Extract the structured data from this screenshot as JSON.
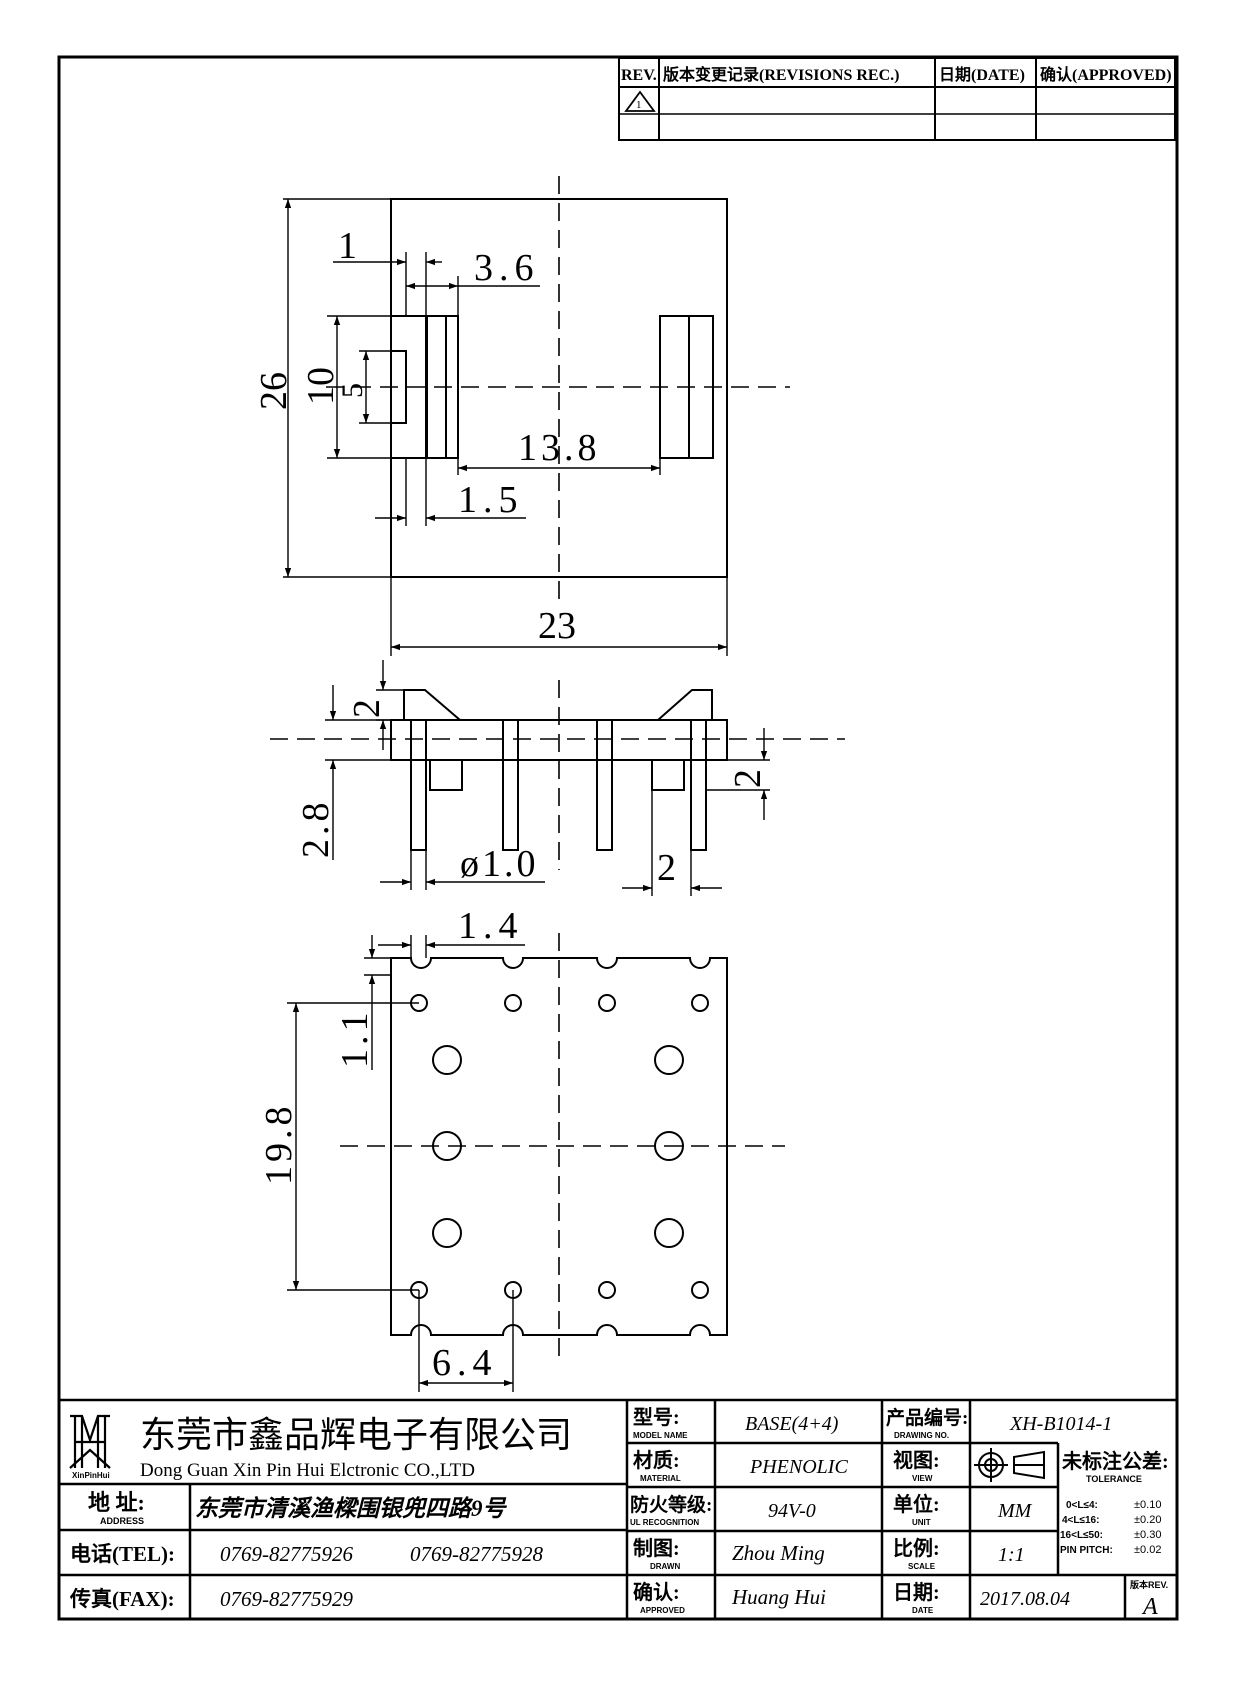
{
  "revision_table": {
    "headers": [
      "REV.",
      "版本变更记录(REVISIONS REC.)",
      "日期(DATE)",
      "确认(APPROVED)"
    ],
    "rev_symbol": "1"
  },
  "dimensions": {
    "top": {
      "d1": "1",
      "d3_6": "3.6",
      "d26": "26",
      "d10": "10",
      "d5": "5",
      "d13_8": "13.8",
      "d1_5": "1.5",
      "d23": "23"
    },
    "side": {
      "d2_top": "2",
      "d2_8": "2.8",
      "dpin": "ø1.0",
      "d2_right": "2",
      "d2_bottom": "2"
    },
    "bottom": {
      "d1_4": "1.4",
      "d1_1": "1.1",
      "d19_8": "19.8",
      "d6_4": "6.4"
    }
  },
  "title_block": {
    "company_cn": "东莞市鑫品辉电子有限公司",
    "company_en": "Dong Guan Xin Pin Hui Elctronic CO.,LTD",
    "logo_text": "XinPinHui",
    "address_label": "地  址:",
    "address_label_en": "ADDRESS",
    "address": "东莞市清溪渔樑围银兜四路9号",
    "tel_label": "电话(TEL):",
    "tel1": "0769-82775926",
    "tel2": "0769-82775928",
    "fax_label": "传真(FAX):",
    "fax": "0769-82775929",
    "model_label": "型号:",
    "model_label_en": "MODEL NAME",
    "model": "BASE(4+4)",
    "material_label": "材质:",
    "material_label_en": "MATERIAL",
    "material": "PHENOLIC",
    "fire_label": "防火等级:",
    "fire_label_en": "UL RECOGNITION",
    "fire": "94V-0",
    "drawn_label": "制图:",
    "drawn_label_en": "DRAWN",
    "drawn": "Zhou Ming",
    "approved_label": "确认:",
    "approved_label_en": "APPROVED",
    "approved": "Huang Hui",
    "drawing_no_label": "产品编号:",
    "drawing_no_label_en": "DRAWING NO.",
    "drawing_no": "XH-B1014-1",
    "view_label": "视图:",
    "view_label_en": "VIEW",
    "unit_label": "单位:",
    "unit_label_en": "UNIT",
    "unit": "MM",
    "scale_label": "比例:",
    "scale_label_en": "SCALE",
    "scale": "1:1",
    "date_label": "日期:",
    "date_label_en": "DATE",
    "date": "2017.08.04",
    "tolerance_label": "未标注公差:",
    "tolerance_label_en": "TOLERANCE",
    "tolerances": [
      {
        "range": "0<L≤4:",
        "value": "±0.10"
      },
      {
        "range": "4<L≤16:",
        "value": "±0.20"
      },
      {
        "range": "16<L≤50:",
        "value": "±0.30"
      },
      {
        "range": "PIN PITCH:",
        "value": "±0.02"
      }
    ],
    "rev_label": "版本REV.",
    "rev": "A"
  }
}
